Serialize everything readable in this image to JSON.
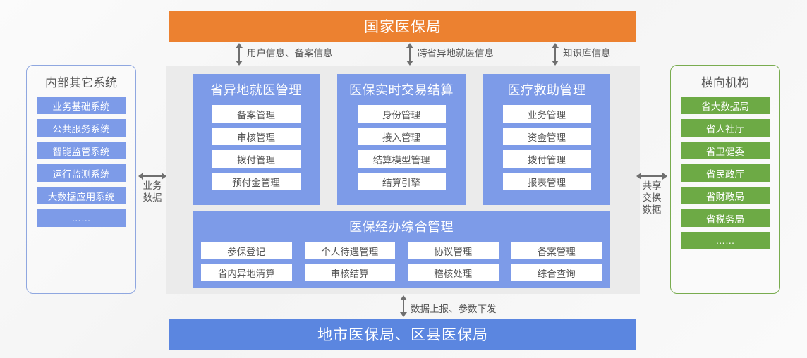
{
  "top_banner": {
    "label": "国家医保局"
  },
  "bottom_banner": {
    "label": "地市医保局、区县医保局"
  },
  "top_flows": [
    {
      "label": "用户信息、备案信息"
    },
    {
      "label": "跨省异地就医信息"
    },
    {
      "label": "知识库信息"
    }
  ],
  "bottom_flow": {
    "label": "数据上报、参数下发"
  },
  "left_flow": {
    "line1": "业务",
    "line2": "数据"
  },
  "right_flow": {
    "line1": "共享",
    "line2": "交换",
    "line3": "数据"
  },
  "left_card": {
    "title": "内部其它系统",
    "items": [
      {
        "label": "业务基础系统"
      },
      {
        "label": "公共服务系统"
      },
      {
        "label": "智能监管系统"
      },
      {
        "label": "运行监测系统"
      },
      {
        "label": "大数据应用系统"
      },
      {
        "label": "……"
      }
    ]
  },
  "right_card": {
    "title": "横向机构",
    "items": [
      {
        "label": "省大数据局"
      },
      {
        "label": "省人社厅"
      },
      {
        "label": "省卫健委"
      },
      {
        "label": "省民政厅"
      },
      {
        "label": "省财政局"
      },
      {
        "label": "省税务局"
      },
      {
        "label": "……"
      }
    ]
  },
  "modules": [
    {
      "title": "省异地就医管理",
      "items": [
        {
          "label": "备案管理"
        },
        {
          "label": "审核管理"
        },
        {
          "label": "拨付管理"
        },
        {
          "label": "预付金管理"
        }
      ]
    },
    {
      "title": "医保实时交易结算",
      "items": [
        {
          "label": "身份管理"
        },
        {
          "label": "接入管理"
        },
        {
          "label": "结算模型管理"
        },
        {
          "label": "结算引擎"
        }
      ]
    },
    {
      "title": "医疗救助管理",
      "items": [
        {
          "label": "业务管理"
        },
        {
          "label": "资金管理"
        },
        {
          "label": "拨付管理"
        },
        {
          "label": "报表管理"
        }
      ]
    }
  ],
  "wide_module": {
    "title": "医保经办综合管理",
    "items": [
      {
        "label": "参保登记"
      },
      {
        "label": "个人待遇管理"
      },
      {
        "label": "协议管理"
      },
      {
        "label": "备案管理"
      },
      {
        "label": "省内异地清算"
      },
      {
        "label": "审核结算"
      },
      {
        "label": "稽核处理"
      },
      {
        "label": "综合查询"
      }
    ]
  },
  "colors": {
    "orange": "#ec8130",
    "blue": "#7d9be8",
    "blue_dark": "#5b86e0",
    "green": "#6daa45",
    "stage_gray": "#ebebeb"
  }
}
